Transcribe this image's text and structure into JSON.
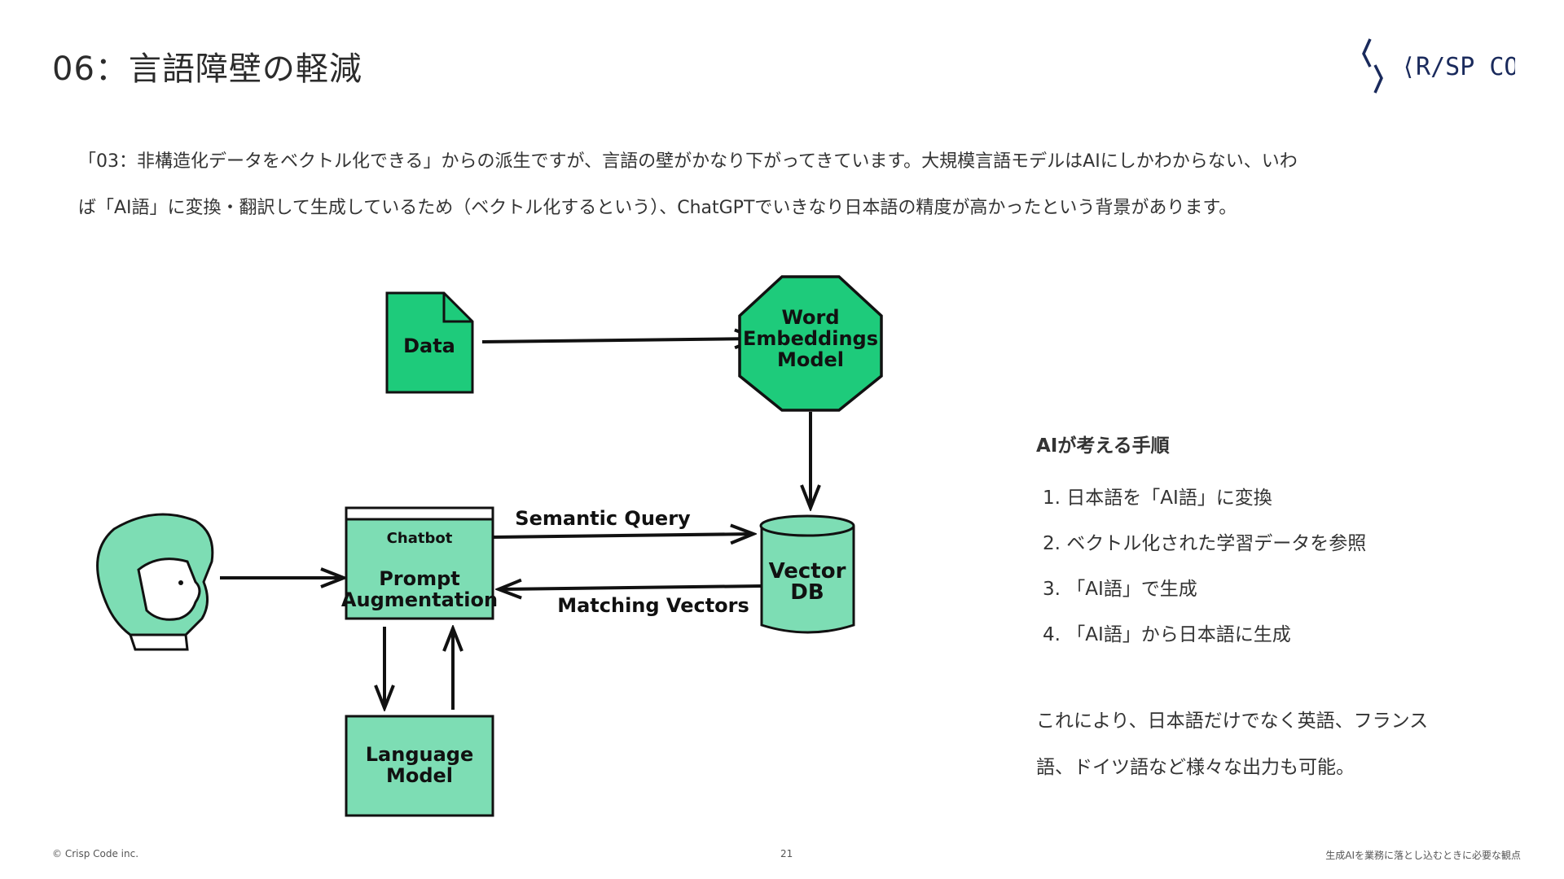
{
  "header": {
    "title": "06：言語障壁の軽減",
    "logo_text": "⟨R/SP CO⟩E",
    "logo_mark": "⟨⟩"
  },
  "intro": {
    "line1": "「03：非構造化データをベクトル化できる」からの派生ですが、言語の壁がかなり下がってきています。大規模言語モデルはAIにしかわからない、いわ",
    "line2": "ば「AI語」に変換・翻訳して生成しているため（ベクトル化するという）、ChatGPTでいきなり日本語の精度が高かったという背景があります。"
  },
  "diagram": {
    "data_label": "Data",
    "word_embeddings_label": [
      "Word",
      "Embeddings",
      "Model"
    ],
    "chatbot_label": "Chatbot",
    "prompt_label": [
      "Prompt",
      "Augmentation"
    ],
    "vector_db_label": [
      "Vector",
      "DB"
    ],
    "language_model_label": [
      "Language",
      "Model"
    ],
    "semantic_query_label": "Semantic Query",
    "matching_vectors_label": "Matching Vectors",
    "accent_color": "#7DDDB4",
    "accent_color_strong": "#1ECB7B"
  },
  "steps": {
    "heading": "AIが考える手順",
    "items": [
      "1. 日本語を「AI語」に変換",
      "2. ベクトル化された学習データを参照",
      "3. 「AI語」で生成",
      "4. 「AI語」から日本語に生成"
    ]
  },
  "note": {
    "line1": "これにより、日本語だけでなく英語、フランス",
    "line2": "語、ドイツ語など様々な出力も可能。"
  },
  "footer": {
    "copyright": "© Crisp Code inc.",
    "page_number": "21",
    "deck_title": "生成AIを業務に落とし込むときに必要な観点"
  }
}
